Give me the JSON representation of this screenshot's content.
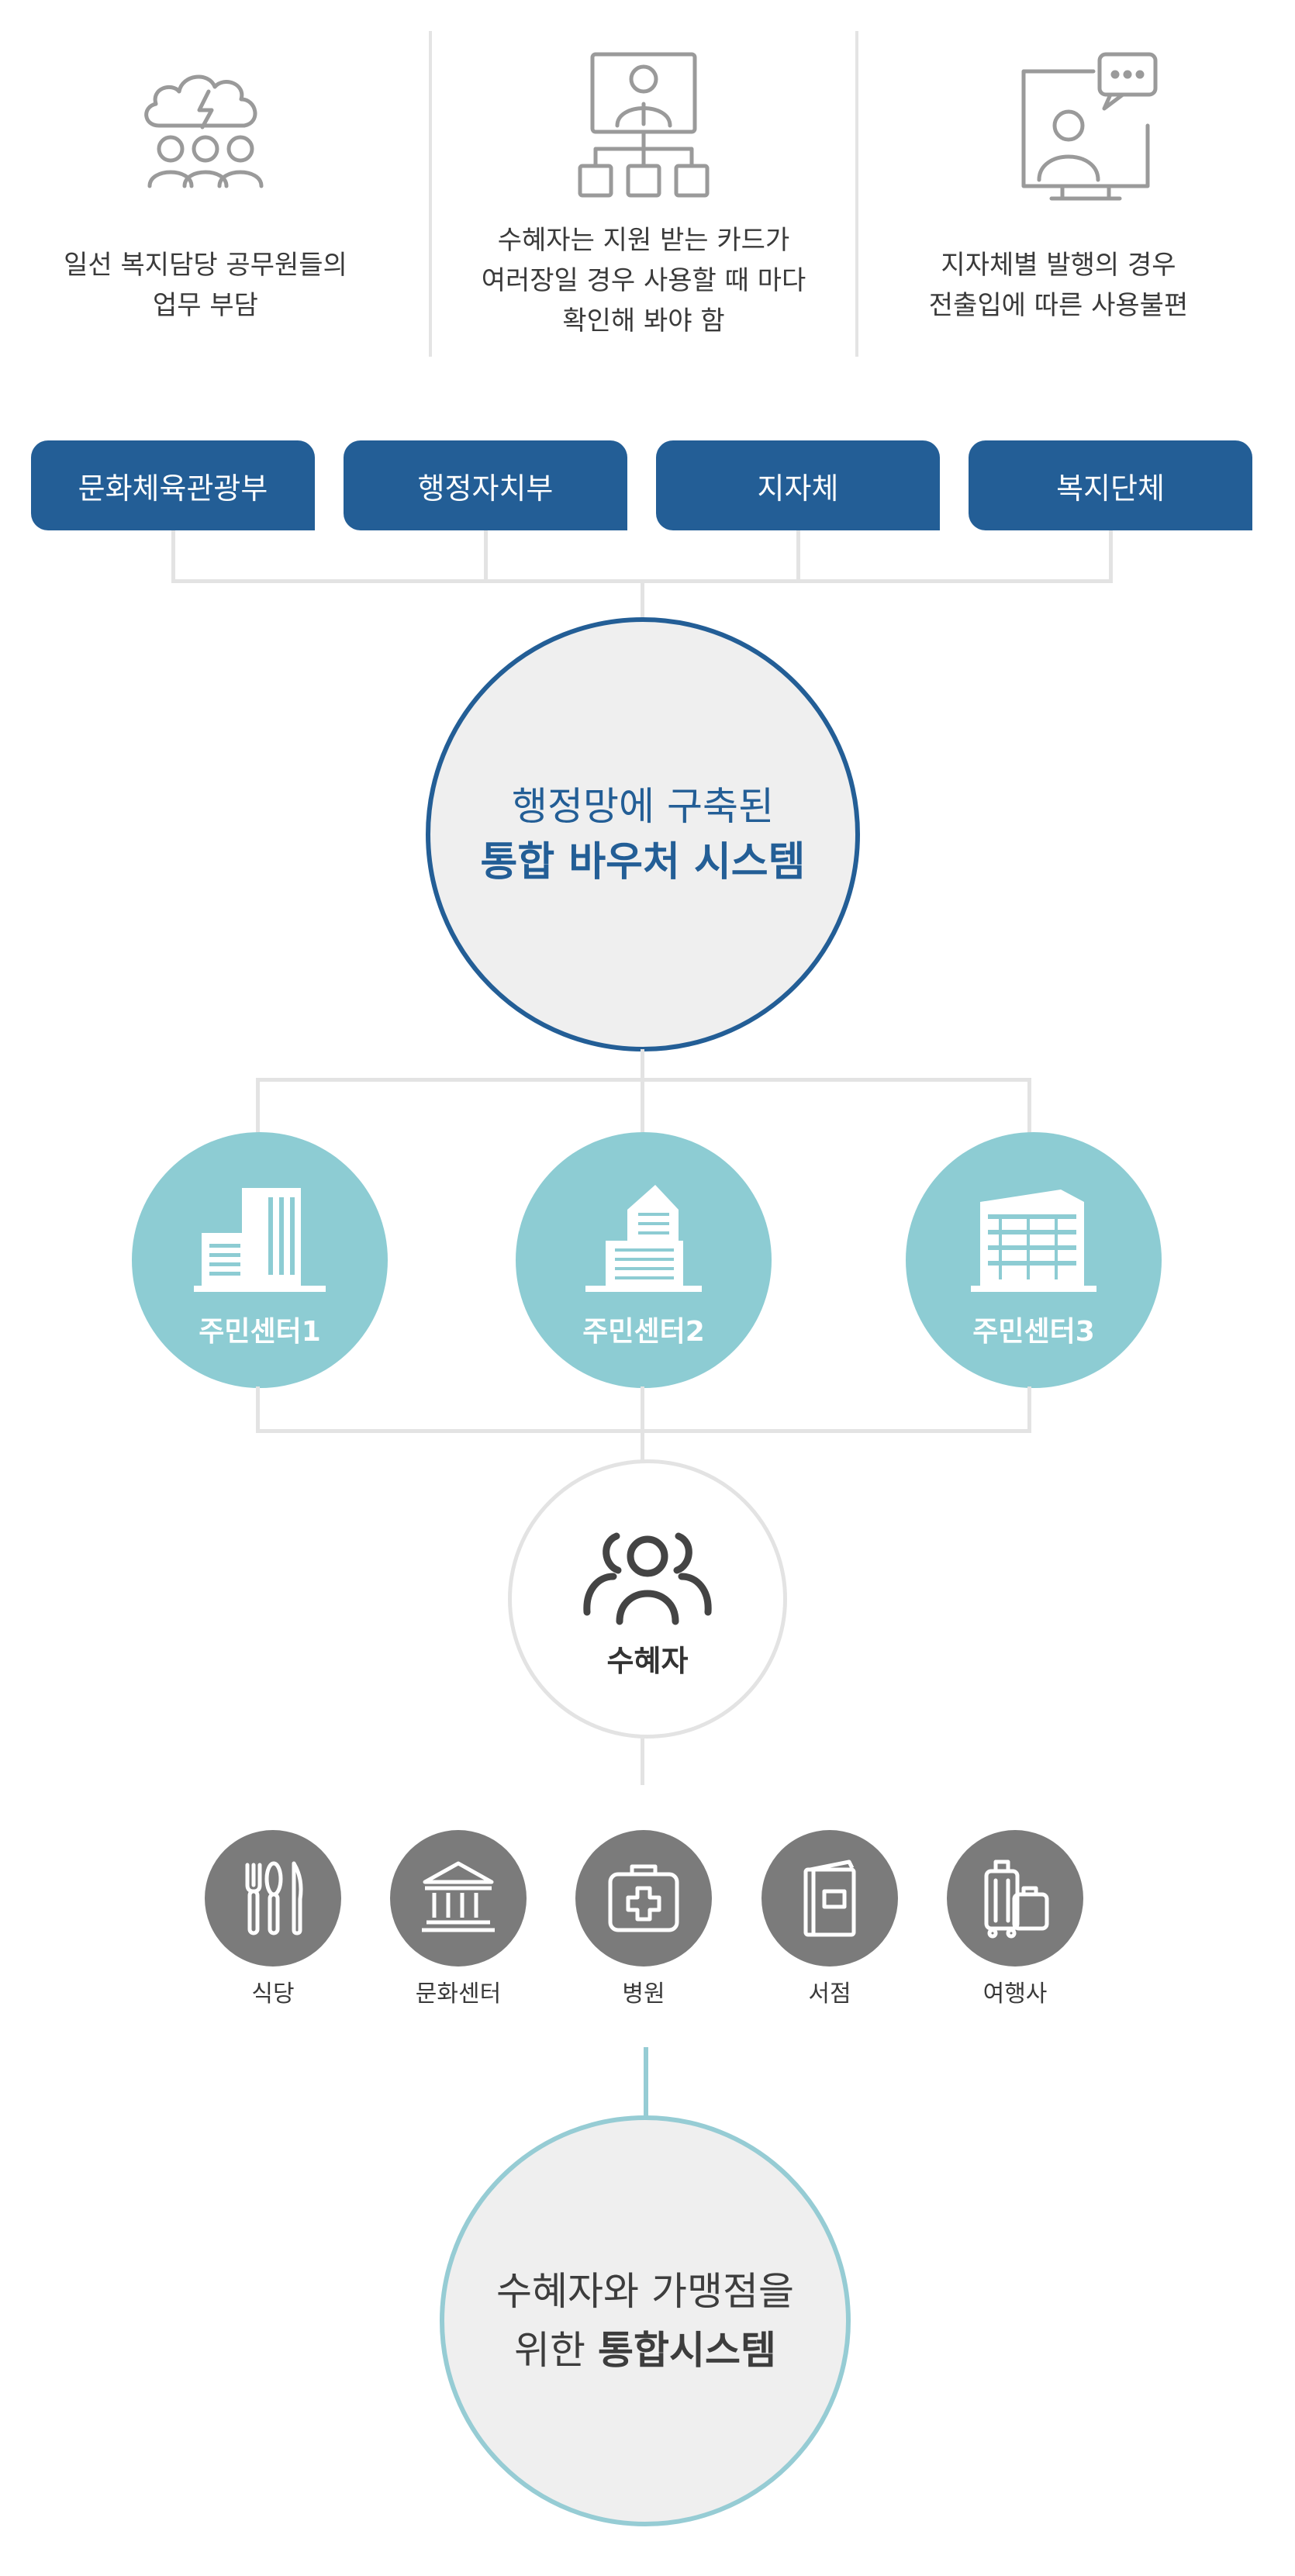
{
  "problems": [
    {
      "icon": "stressed-team-icon",
      "lines": [
        "일선 복지담당 공무원들의",
        "업무 부담"
      ]
    },
    {
      "icon": "org-chart-presenter-icon",
      "lines": [
        "수혜자는 지원 받는 카드가",
        "여러장일 경우 사용할 때 마다",
        "확인해 봐야 함"
      ]
    },
    {
      "icon": "video-chat-monitor-icon",
      "lines": [
        "지자체별 발행의 경우",
        "전출입에 따른 사용불편"
      ]
    }
  ],
  "agencies": [
    "문화체육관광부",
    "행정자치부",
    "지자체",
    "복지단체"
  ],
  "system": {
    "line1": "행정망에 구축된",
    "line2": "통합 바우처 시스템"
  },
  "centers": [
    "주민센터1",
    "주민센터2",
    "주민센터3"
  ],
  "beneficiary": {
    "label": "수혜자"
  },
  "merchants": [
    {
      "icon": "cutlery-icon",
      "label": "식당"
    },
    {
      "icon": "museum-icon",
      "label": "문화센터"
    },
    {
      "icon": "first-aid-kit-icon",
      "label": "병원"
    },
    {
      "icon": "book-icon",
      "label": "서점"
    },
    {
      "icon": "luggage-icon",
      "label": "여행사"
    }
  ],
  "unified": {
    "line1": "수혜자와 가맹점을",
    "line2_prefix": "위한 ",
    "line2_bold": "통합시스템"
  },
  "colors": {
    "primary_blue": "#235e96",
    "teal": "#8dccd3",
    "merchant_gray": "#7b7b7b",
    "connector_gray": "#e3e3e3"
  }
}
